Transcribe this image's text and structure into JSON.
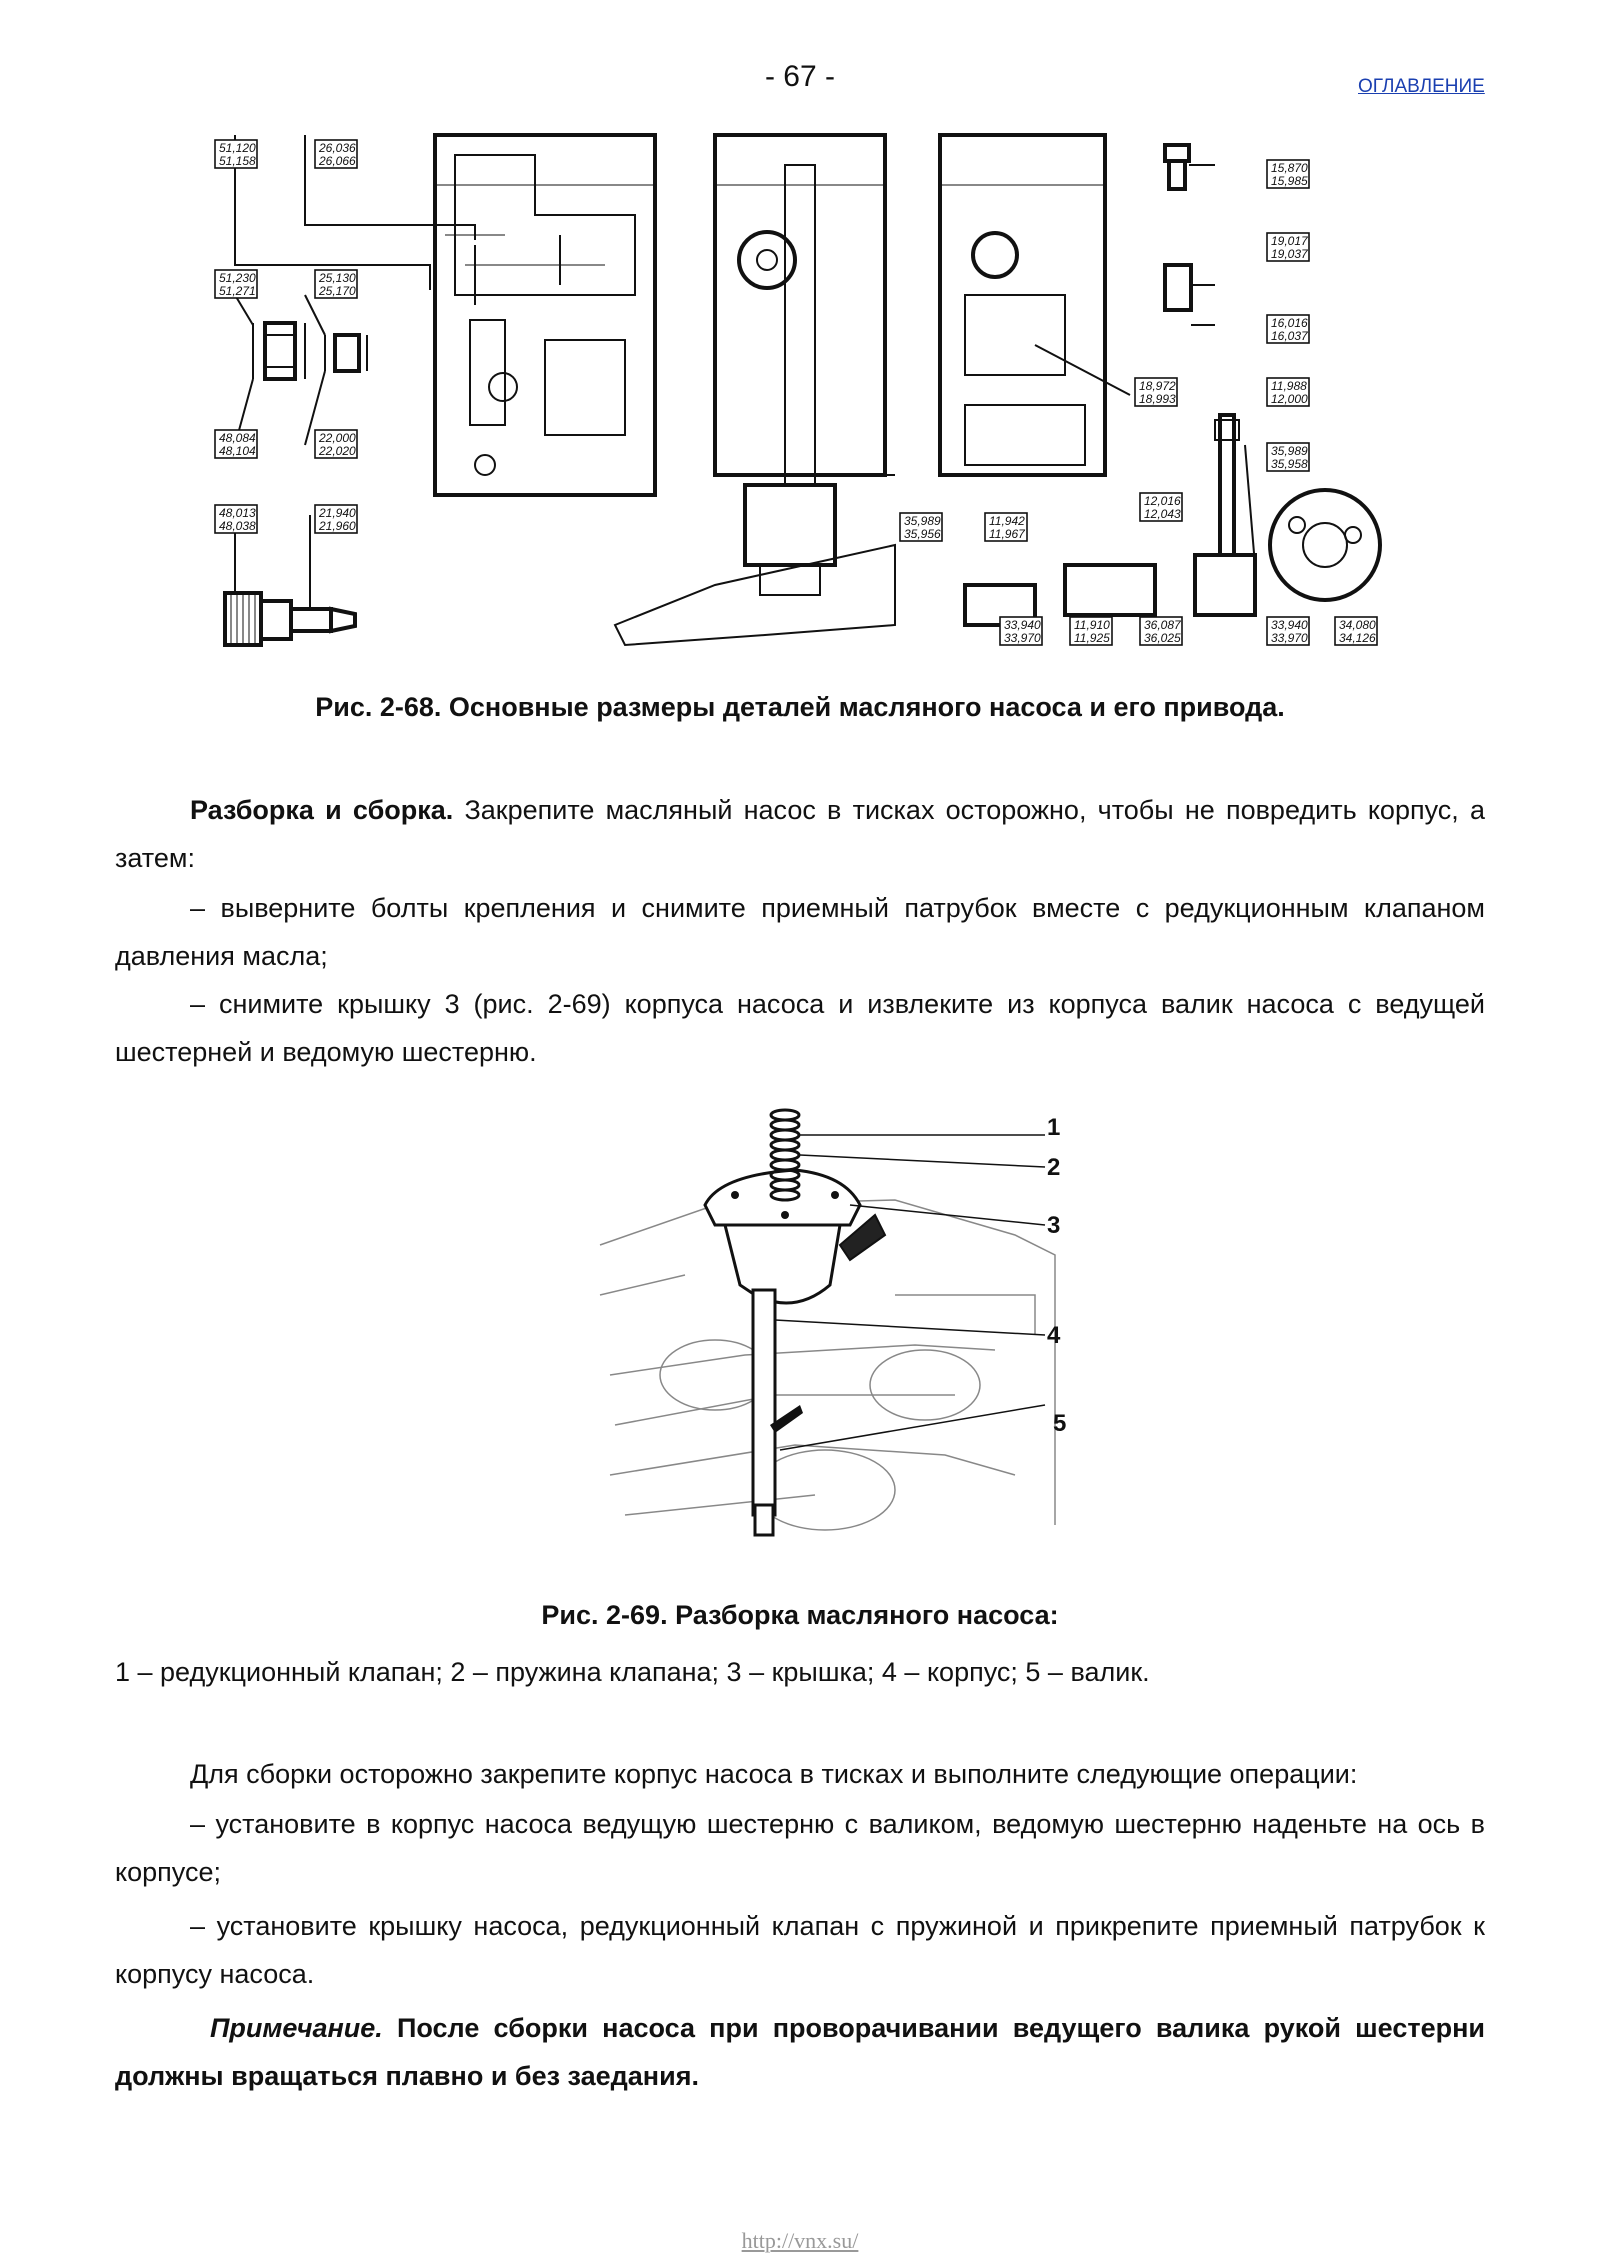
{
  "header": {
    "page_number": "- 67 -",
    "toc_link": "ОГЛАВЛЕНИЕ"
  },
  "figure_68": {
    "labels": [
      "51,120\n51,158",
      "26,036\n26,066",
      "51,230\n51,271",
      "25,130\n25,170",
      "48,084\n48,104",
      "22,000\n22,020",
      "48,013\n48,038",
      "21,940\n21,960",
      "15,870\n15,985",
      "19,017\n19,037",
      "16,016\n16,037",
      "18,972\n18,993",
      "11,988\n12,000",
      "35,989\n35,958",
      "12,016\n12,043",
      "35,989\n35,956",
      "11,942\n11,967",
      "33,940\n33,970",
      "11,910\n11,925",
      "36,087\n36,025",
      "33,940\n33,970",
      "34,080\n34,126"
    ],
    "caption": "Рис. 2-68. Основные размеры деталей масляного насоса и его привода."
  },
  "section1": {
    "lead_bold": "Разборка и сборка.",
    "lead_text": " Закрепите масляный насос в тисках осторожно, чтобы не повредить корпус, а затем:",
    "item1": "– выверните болты крепления и снимите приемный патрубок вместе с редукционным клапаном давления масла;",
    "item2": "– снимите крышку 3 (рис. 2-69) корпуса насоса и извлеките из корпуса валик насоса с ведущей шестерней и ведомую шестерню."
  },
  "figure_69": {
    "callouts": [
      "1",
      "2",
      "3",
      "4",
      "5"
    ],
    "caption": "Рис. 2-69. Разборка масляного насоса:",
    "legend": "1 – редукционный клапан; 2 – пружина клапана; 3 – крышка; 4 – корпус; 5 – валик."
  },
  "section2": {
    "intro": "Для сборки осторожно закрепите корпус насоса в тисках и выполните следующие операции:",
    "item1": "– установите в корпус насоса ведущую шестерню с валиком, ведомую шестерню наденьте на ось в корпусе;",
    "item2": "– установите крышку насоса, редукционный клапан с пружиной и прикрепите приемный патрубок к корпусу насоса.",
    "note_label": "Примечание.",
    "note_text": " После сборки насоса при проворачивании ведущего валика рукой шестерни должны вращаться плавно и без заедания."
  },
  "footer": {
    "url": "http://vnx.su/"
  }
}
